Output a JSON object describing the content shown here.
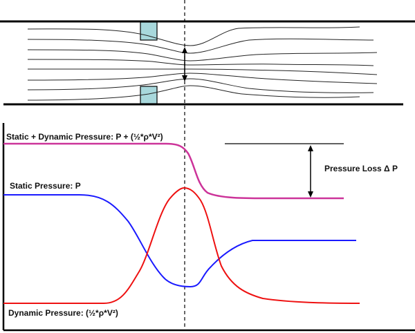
{
  "labels": {
    "total": "Static + Dynamic Pressure: P + (½*ρ*V²)",
    "static": "Static Pressure: P",
    "dynamic": "Dynamic Pressure: (½*ρ*V²)",
    "loss": "Pressure Loss  Δ P"
  },
  "colors": {
    "orifice": "#a8d8dc",
    "total_curve": "#cc3399",
    "static_curve": "#1a1aff",
    "dynamic_curve": "#ee1111"
  }
}
